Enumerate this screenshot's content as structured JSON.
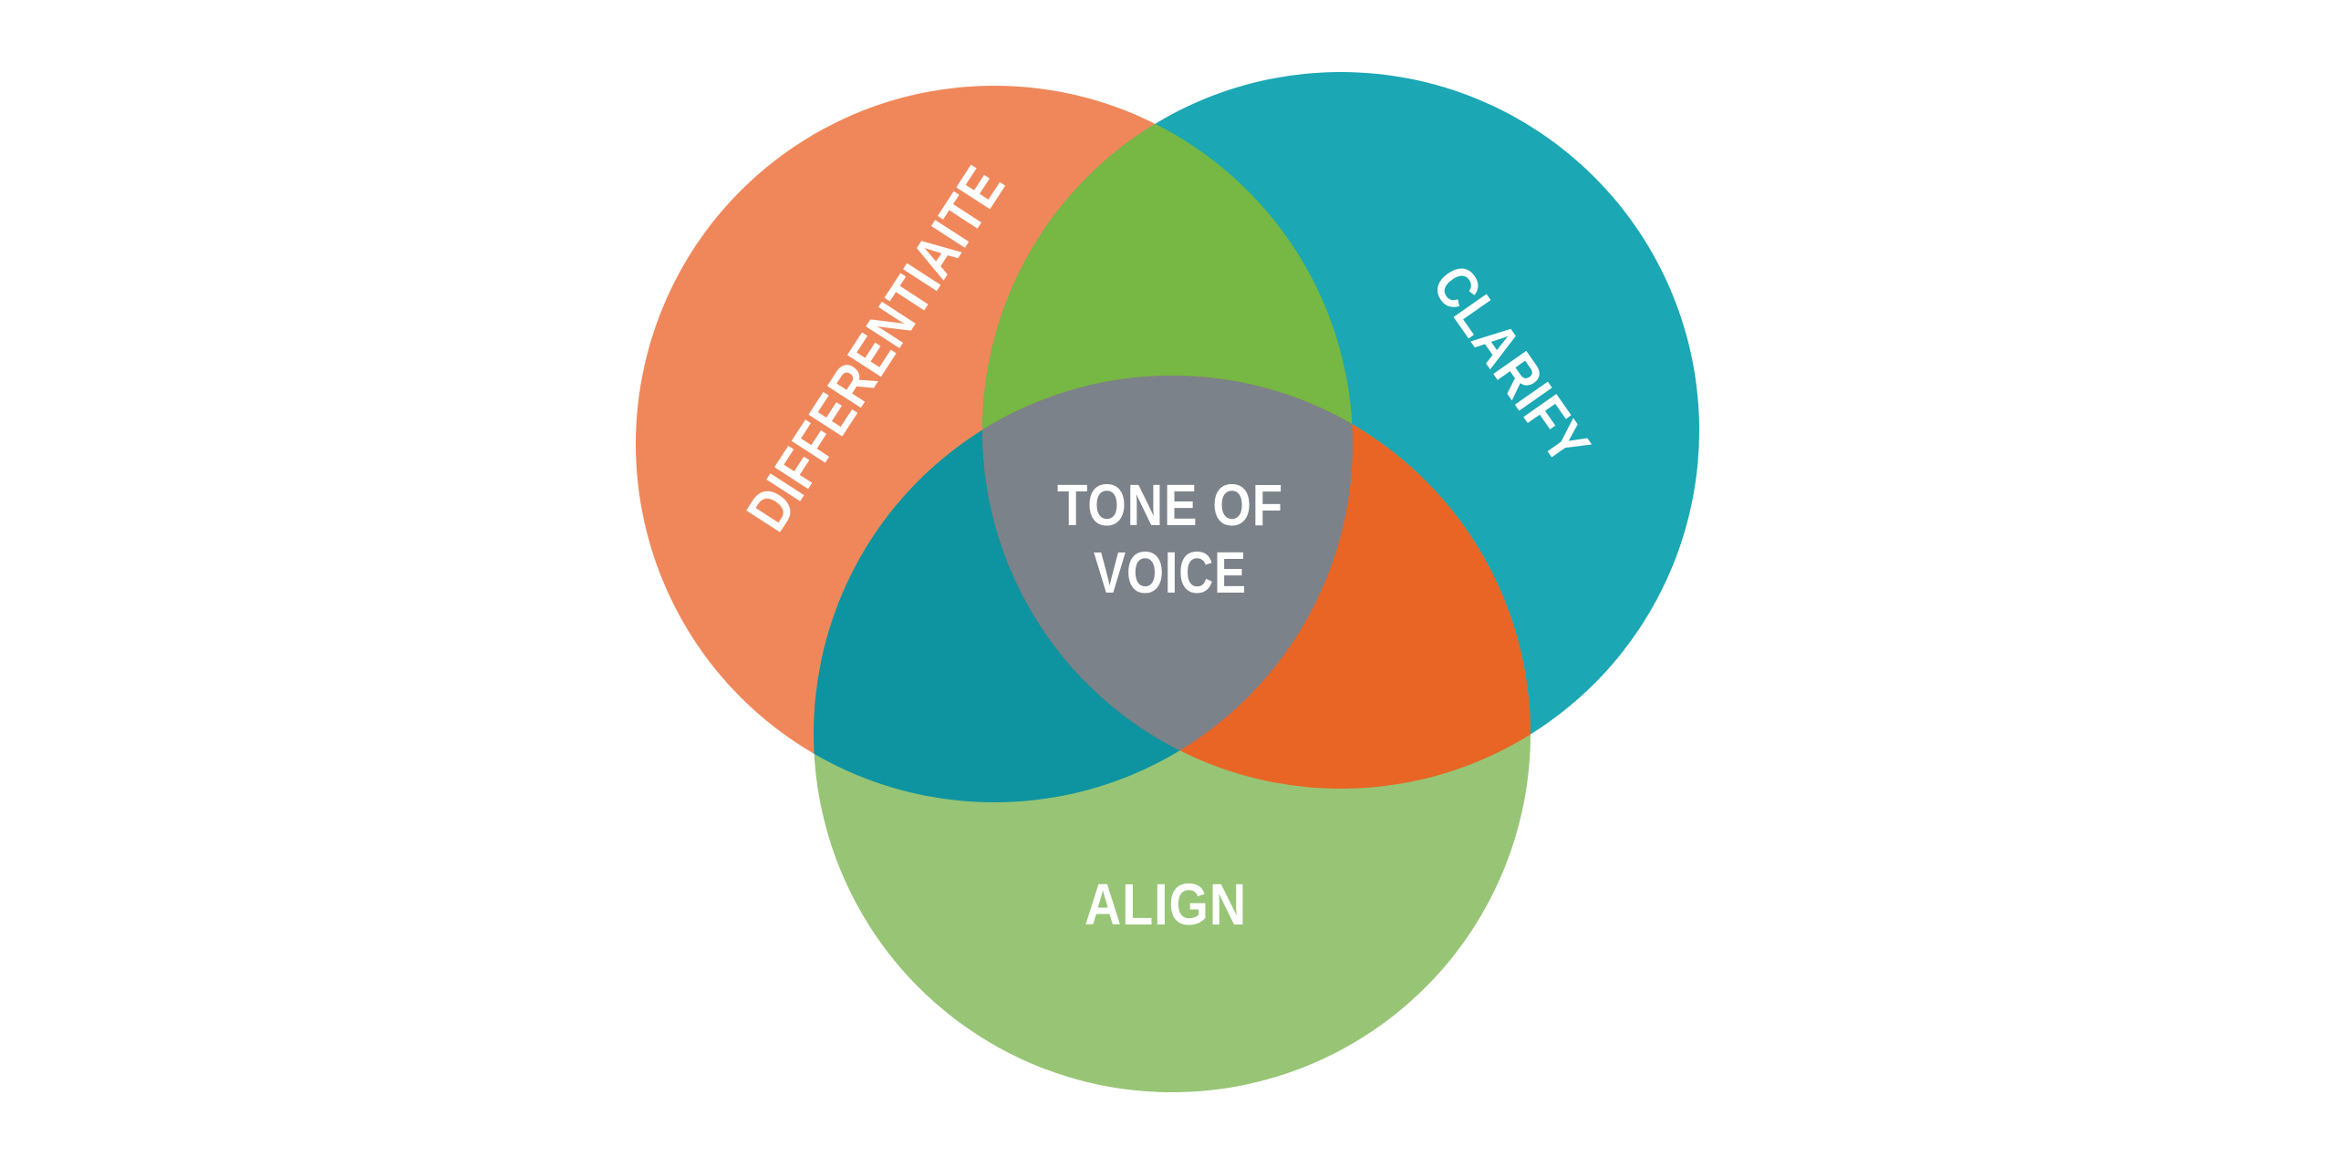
{
  "diagram": {
    "type": "venn",
    "background": "#FFFFFF",
    "text_color": "#FFFFFF",
    "circles": [
      {
        "id": "differentiate",
        "label": "DIFFERENTIAITE",
        "color": "#F0875A"
      },
      {
        "id": "clarify",
        "label": "CLARIFY",
        "color": "#1BA7B4"
      },
      {
        "id": "align",
        "label": "ALIGN",
        "color": "#97C575"
      }
    ],
    "overlaps": {
      "differentiate_clarify": {
        "color": "#76B843"
      },
      "differentiate_align": {
        "color": "#0E94A0"
      },
      "clarify_align": {
        "color": "#E86525"
      },
      "center": {
        "color": "#7C828A"
      }
    },
    "center_label": {
      "lines": [
        "TONE OF",
        "VOICE"
      ]
    }
  }
}
